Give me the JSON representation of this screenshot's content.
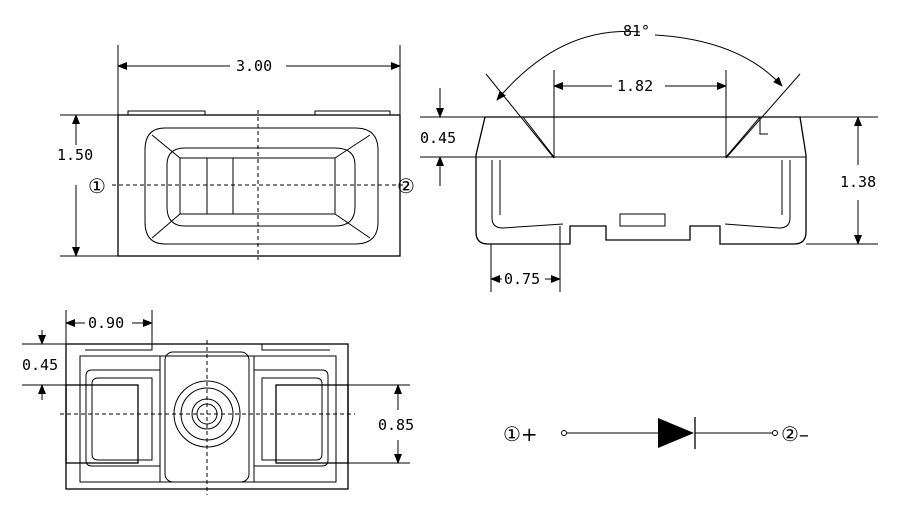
{
  "top_view": {
    "width": "3.00",
    "height": "1.50",
    "pin1": "①",
    "pin2": "②"
  },
  "side_view": {
    "angle": "81°",
    "lens_width": "1.82",
    "lens_height": "0.45",
    "total_height": "1.38",
    "foot": "0.75"
  },
  "bottom_view": {
    "pad_offset": "0.90",
    "pad_top": "0.45",
    "pad_height": "0.85"
  },
  "schematic": {
    "pin1": "①+",
    "pin2": "②–"
  }
}
